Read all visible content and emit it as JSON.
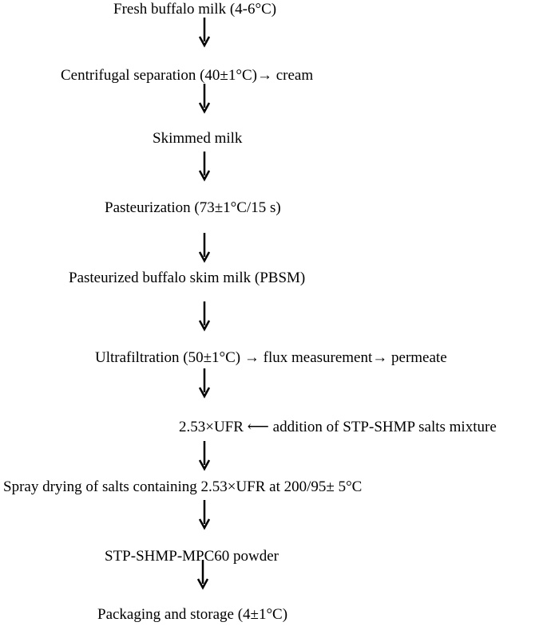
{
  "steps": [
    {
      "label": "Fresh buffalo milk (4-6°C)"
    },
    {
      "label": "Centrifugal separation (40±1°C)→ cream"
    },
    {
      "label": "Skimmed milk"
    },
    {
      "label": "Pasteurization (73±1°C/15 s)"
    },
    {
      "label": "Pasteurized buffalo skim milk (PBSM)"
    },
    {
      "label": "Ultrafiltration (50±1°C) → flux measurement→ permeate"
    },
    {
      "label": "2.53×UFR ⟵ addition of STP-SHMP salts mixture"
    },
    {
      "label": "Spray drying of salts containing 2.53×UFR at 200/95± 5°C"
    },
    {
      "label": "STP-SHMP-MPC60 powder"
    },
    {
      "label": "Packaging and storage (4±1°C)"
    }
  ],
  "colors": {
    "text": "#000000",
    "arrow": "#000000",
    "background": "#ffffff"
  }
}
